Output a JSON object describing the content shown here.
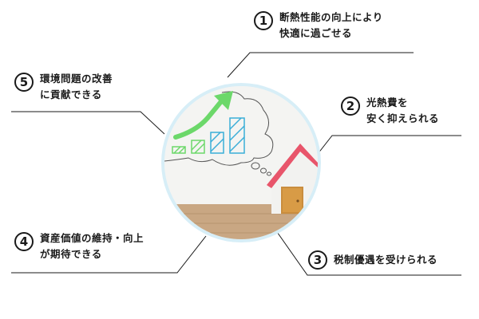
{
  "items": [
    {
      "num": "1",
      "lines": [
        "断熱性能の向上により",
        "快適に過ごせる"
      ]
    },
    {
      "num": "2",
      "lines": [
        "光熱費を",
        "安く抑えられる"
      ]
    },
    {
      "num": "3",
      "lines": [
        "税制優遇を受けられる"
      ]
    },
    {
      "num": "4",
      "lines": [
        "資産価値の維持・向上",
        "が期待できる"
      ]
    },
    {
      "num": "5",
      "lines": [
        "環境問題の改善",
        "に貢献できる"
      ]
    }
  ],
  "colors": {
    "ring": "#d7eef7",
    "arrow": "#6cd86a",
    "bars_green": "#6cd86a",
    "bars_blue": "#3aaed8",
    "roof": "#e8556b",
    "floor": "#c9a783",
    "wall": "#f2f2f0"
  }
}
